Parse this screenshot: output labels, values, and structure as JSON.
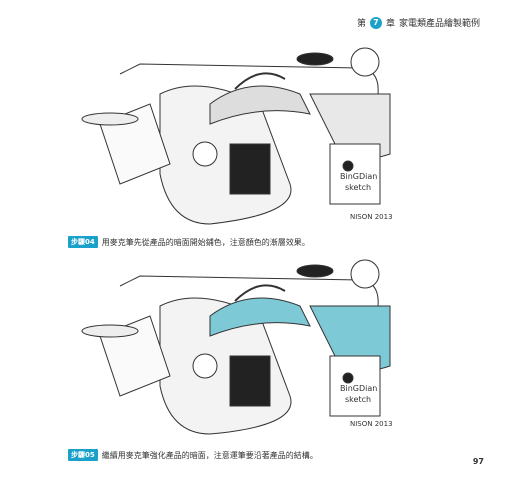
{
  "header": {
    "chapter_prefix": "第",
    "chapter_number": "7",
    "chapter_suffix": "章",
    "title": "家電類產品繪製範例"
  },
  "sketch_text": {
    "label_line1": "BinGDian",
    "label_line2": "sketch",
    "signature": "NISON 2013"
  },
  "steps": [
    {
      "badge": "步驟04",
      "text": "用麥克筆先從產品的暗面開始鋪色，注意顏色的漸層效果。"
    },
    {
      "badge": "步驟05",
      "text": "繼續用麥克筆強化產品的暗面，注意運筆要沿著產品的結構。"
    }
  ],
  "page_number": "97",
  "colors": {
    "accent": "#1aa1c9",
    "marker_blue": "#7ec9d6"
  }
}
